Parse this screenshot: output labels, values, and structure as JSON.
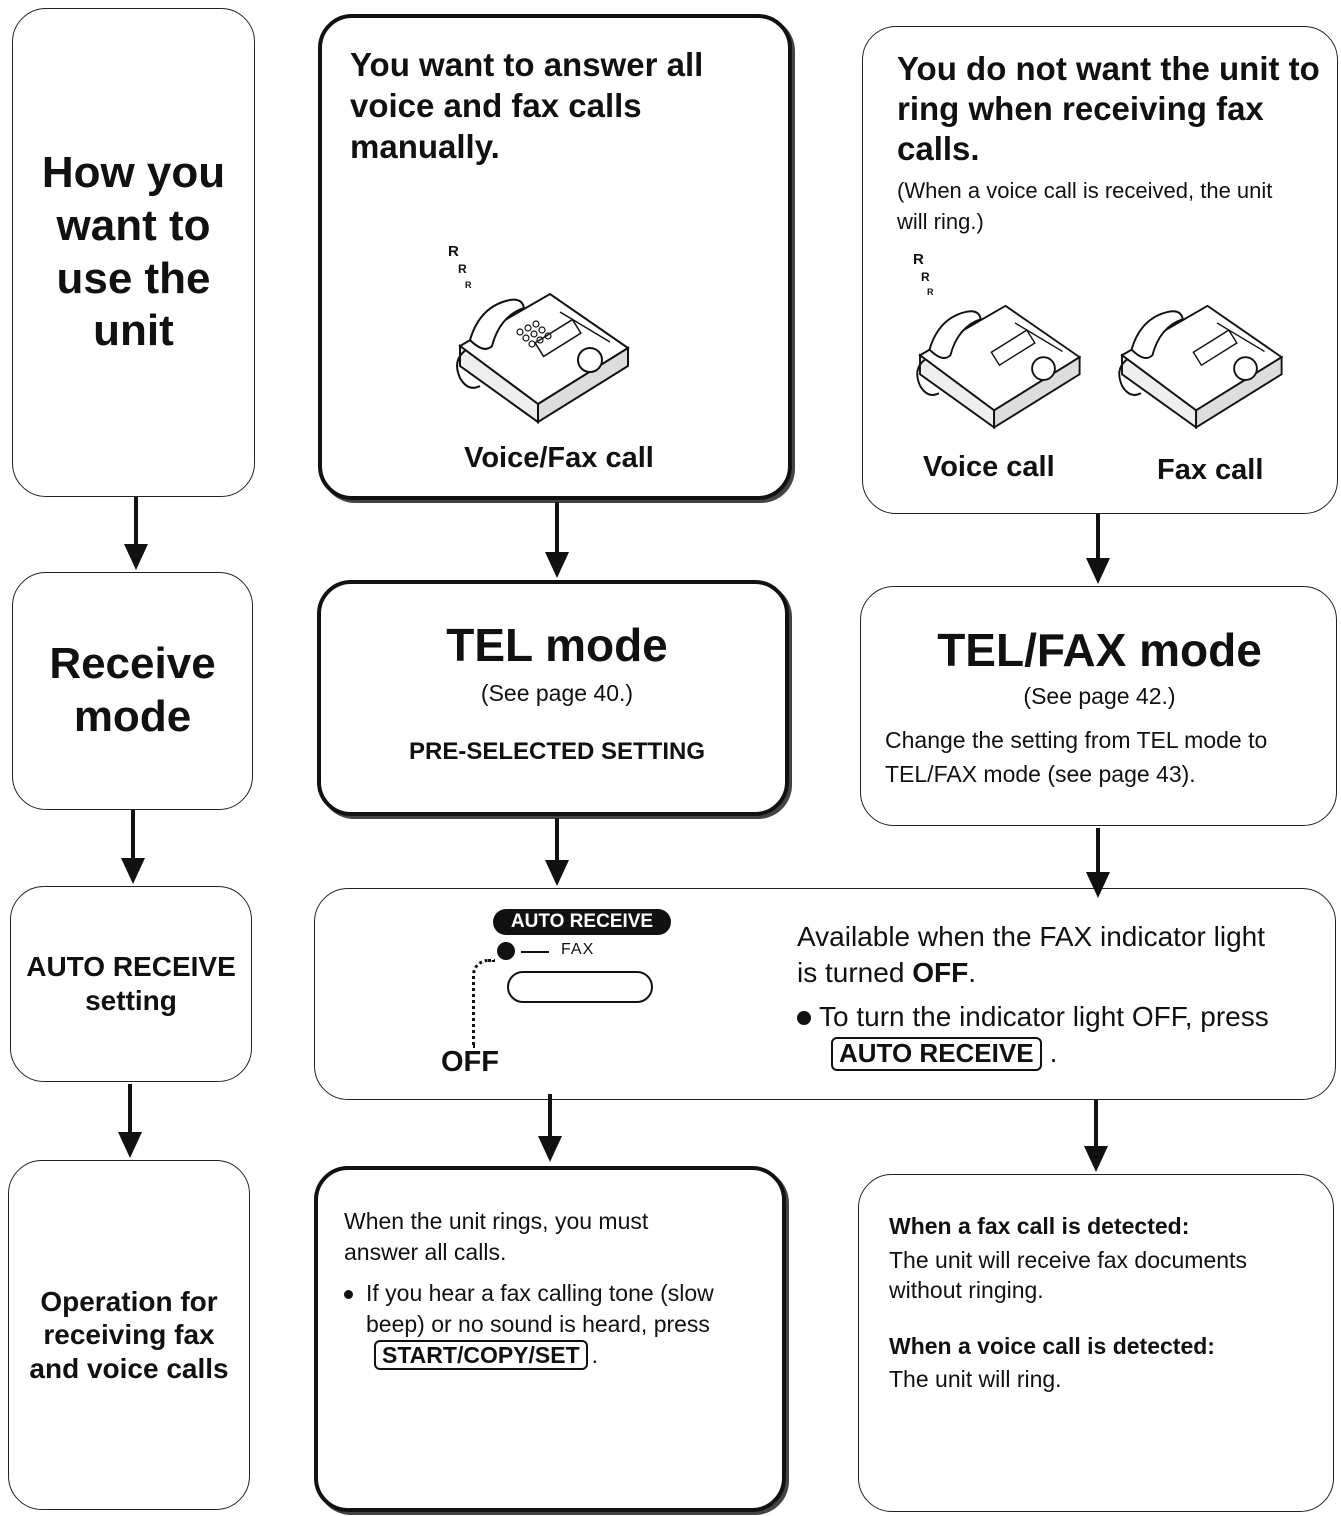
{
  "left_column": {
    "how_you_want": "How you want to use the unit",
    "receive_mode": "Receive mode",
    "auto_receive_setting": "AUTO RECEIVE setting",
    "operation": "Operation for receiving fax and voice calls"
  },
  "manual": {
    "title": "You want to answer all voice and fax calls manually.",
    "caption": "Voice/Fax call",
    "ring_letter": "R",
    "mode_title": "TEL mode",
    "mode_page": "(See page 40.)",
    "mode_note": "PRE-SELECTED SETTING",
    "operation_line1": "When the unit rings, you must answer all calls.",
    "operation_bullet_text": "If you hear a fax calling tone (slow beep) or no sound is heard, press",
    "operation_key": "START/COPY/SET",
    "operation_end": "."
  },
  "no_ring": {
    "title": "You do not want the unit to ring when receiving fax calls.",
    "subtitle": "(When a voice call is received, the unit will ring.)",
    "caption_voice": "Voice call",
    "caption_fax": "Fax call",
    "ring_letter": "R",
    "mode_title": "TEL/FAX mode",
    "mode_page": "(See page 42.)",
    "mode_note": "Change the setting from TEL mode to TEL/FAX mode (see page 43).",
    "fax_detected_heading": "When a fax call is detected:",
    "fax_detected_text": "The unit will receive fax documents without ringing.",
    "voice_detected_heading": "When a voice call is detected:",
    "voice_detected_text": "The unit will ring."
  },
  "auto_receive": {
    "panel_badge": "AUTO RECEIVE",
    "fax_indicator": "FAX",
    "off_label": "OFF",
    "available_text": "Available when the FAX indicator light is turned",
    "available_bold": "OFF",
    "available_end": ".",
    "bullet_text": "To turn the indicator light OFF, press",
    "bullet_key": "AUTO RECEIVE",
    "bullet_end": "."
  }
}
